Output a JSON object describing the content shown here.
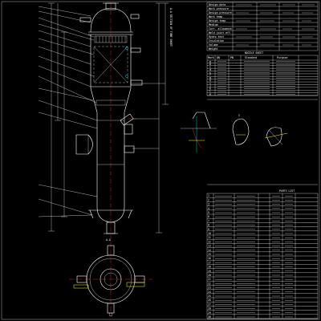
{
  "drawing": {
    "vertical_note": "A-A SECTION OF TUBE SHEET",
    "detail_mark": "I",
    "top_block_rows": [
      "Design data",
      "Work pressure",
      "Design pressure",
      "Work temp.",
      "Design temp.",
      "Medium",
      "Corr. allowance",
      "Weld joint eff.",
      "Hydro test",
      "Insulation",
      "Volume",
      "Weight"
    ],
    "nozzle_title": "NOZZLE SHEET",
    "nozzle_headers": [
      "Mark",
      "DN",
      "PN",
      "Standard",
      "Purpose"
    ],
    "nozzle_marks": [
      "a",
      "b",
      "c",
      "d",
      "e",
      "f",
      "g",
      "h",
      "i",
      "j",
      "k",
      "l",
      "m"
    ],
    "parts_title": "PARTS LIST",
    "parts_marks": [
      "1",
      "2",
      "3",
      "4",
      "5",
      "6",
      "7",
      "8",
      "9",
      "10",
      "11",
      "12",
      "13",
      "14",
      "15",
      "16",
      "17",
      "18",
      "19",
      "20",
      "21",
      "22",
      "23",
      "24",
      "25",
      "26",
      "27",
      "28",
      "29",
      "30"
    ],
    "plan_label": "A-A"
  },
  "colors": {
    "background": "#000000",
    "outline": "#ffffff",
    "text": "#ffffff",
    "accent_yellow": "#ffff00",
    "accent_cyan": "#00ffff",
    "accent_red": "#ff3030",
    "accent_green": "#33ff33"
  }
}
